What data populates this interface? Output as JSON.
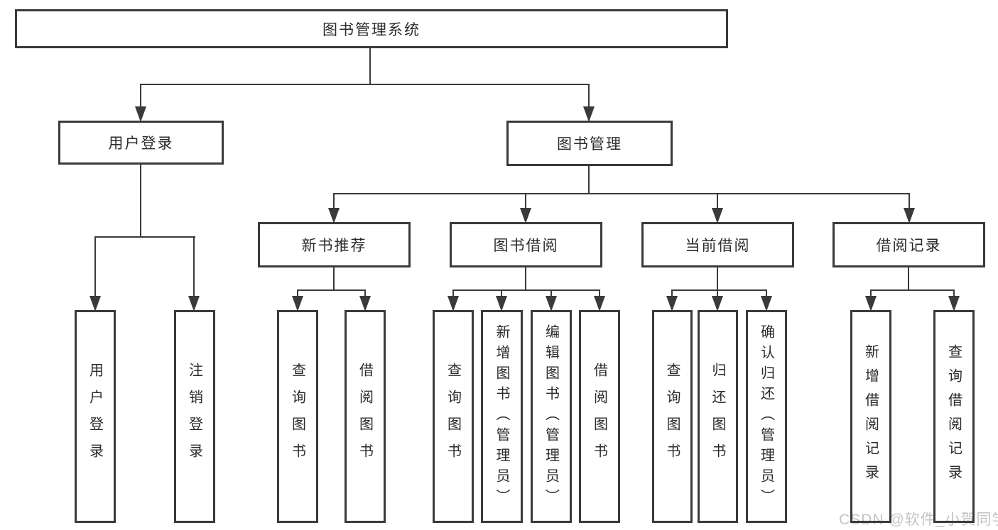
{
  "diagram": {
    "type": "hierarchy-tree",
    "line_color": "#3a3a3a",
    "text_color": "#2b2b2b",
    "tree": {
      "root": {
        "label": "图书管理系统",
        "children": [
          {
            "label": "用户登录",
            "children": [
              {
                "label": "用户登录"
              },
              {
                "label": "注销登录"
              }
            ]
          },
          {
            "label": "图书管理",
            "children": [
              {
                "label": "新书推荐",
                "children": [
                  {
                    "label": "查询图书"
                  },
                  {
                    "label": "借阅图书"
                  }
                ]
              },
              {
                "label": "图书借阅",
                "children": [
                  {
                    "label": "查询图书"
                  },
                  {
                    "label": "新增图书（管理员）"
                  },
                  {
                    "label": "编辑图书（管理员）"
                  },
                  {
                    "label": "借阅图书"
                  }
                ]
              },
              {
                "label": "当前借阅",
                "children": [
                  {
                    "label": "查询图书"
                  },
                  {
                    "label": "归还图书"
                  },
                  {
                    "label": "确认归还（管理员）"
                  }
                ]
              },
              {
                "label": "借阅记录",
                "children": [
                  {
                    "label": "新增借阅记录"
                  },
                  {
                    "label": "查询借阅记录"
                  }
                ]
              }
            ]
          }
        ]
      }
    }
  },
  "watermark": {
    "text": "CSDN @软件_小贺同学"
  }
}
